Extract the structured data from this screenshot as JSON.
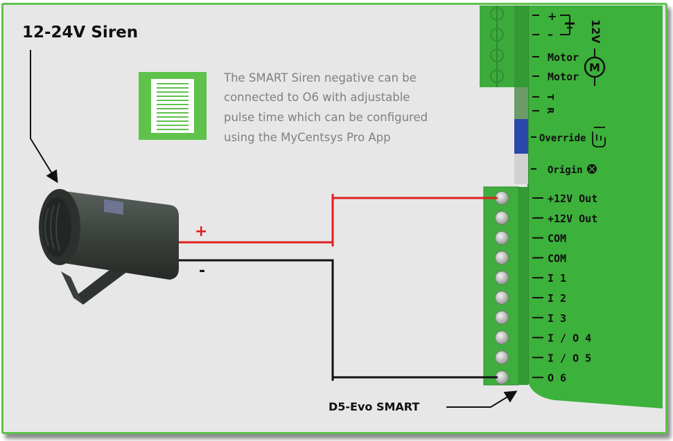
{
  "siren": {
    "title": "12-24V Siren"
  },
  "note": {
    "lines": [
      "The SMART Siren negative can be",
      "connected to O6 with adjustable",
      "pulse time which can be configured",
      "using the MyCentsys Pro App"
    ]
  },
  "wires": {
    "positive": "+",
    "negative": "-"
  },
  "board_top": {
    "supply_plus": "+",
    "supply_minus": "–",
    "voltage": "12V",
    "motor_1": "Motor",
    "motor_2": "Motor",
    "tx": "T",
    "rx": "R",
    "override": "Override",
    "origin": "Origin"
  },
  "terminals": [
    "+12V Out",
    "+12V Out",
    "COM",
    "COM",
    "I 1",
    "I 2",
    "I 3",
    "I / O 4",
    "I / O 5",
    "O 6"
  ],
  "controller": {
    "label": "D5-Evo SMART"
  },
  "colors": {
    "board_green": "#3cb13b",
    "frame_green": "#5ec24b",
    "wire_positive": "#e01f1f",
    "wire_negative": "#111111",
    "siren_body": "#3b413d"
  },
  "icons": [
    "document-icon",
    "motor-icon",
    "hand-icon",
    "origin-icon",
    "arrow-icon"
  ]
}
